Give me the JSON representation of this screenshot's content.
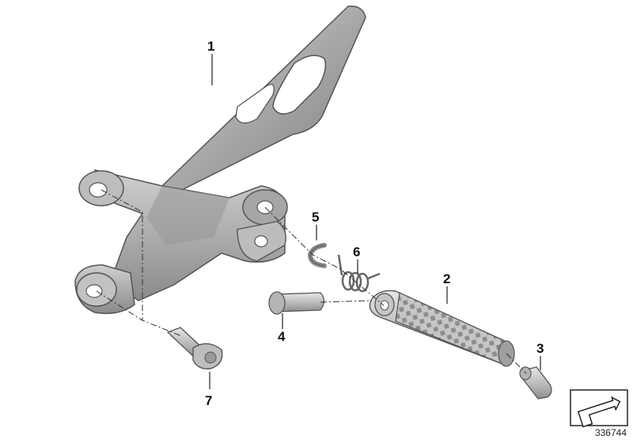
{
  "callouts": {
    "c1": "1",
    "c2": "2",
    "c3": "3",
    "c4": "4",
    "c5": "5",
    "c6": "6",
    "c7": "7"
  },
  "diagram_id": "336744",
  "icons": [
    "footrest-bracket",
    "footpeg",
    "pin",
    "bolt",
    "circlip",
    "torsion-spring",
    "socket-bolt",
    "catalog-arrow-icon"
  ]
}
